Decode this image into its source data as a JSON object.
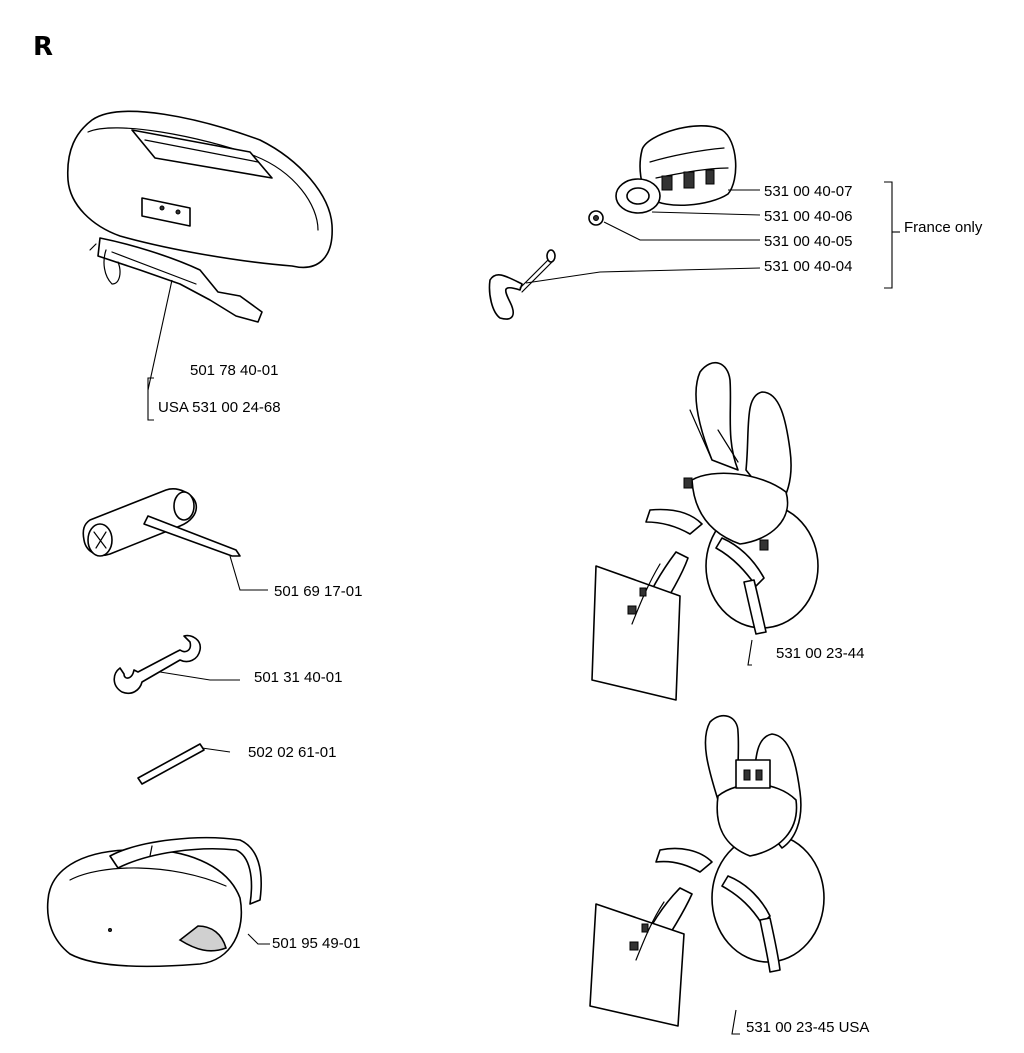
{
  "section_letter": "R",
  "parts": {
    "carrying_case": {
      "number": "501 78 40-01",
      "alt_number": "USA 531 00 24-68"
    },
    "hook_nut": {
      "number": "531 00 40-07"
    },
    "hook_washer": {
      "number": "531 00 40-06"
    },
    "hook_small_nut": {
      "number": "531 00 40-05"
    },
    "hook_pin": {
      "number": "531 00 40-04"
    },
    "region_note": "France only",
    "harness_standard": {
      "number": "531 00 23-44"
    },
    "combination_spanner": {
      "number": "501 69 17-01"
    },
    "open_spanner": {
      "number": "501 31 40-01"
    },
    "pin_rod": {
      "number": "502 02 61-01"
    },
    "protective_goggles": {
      "number": "501 95 49-01"
    },
    "harness_usa": {
      "number": "531 00 23-45 USA"
    }
  }
}
